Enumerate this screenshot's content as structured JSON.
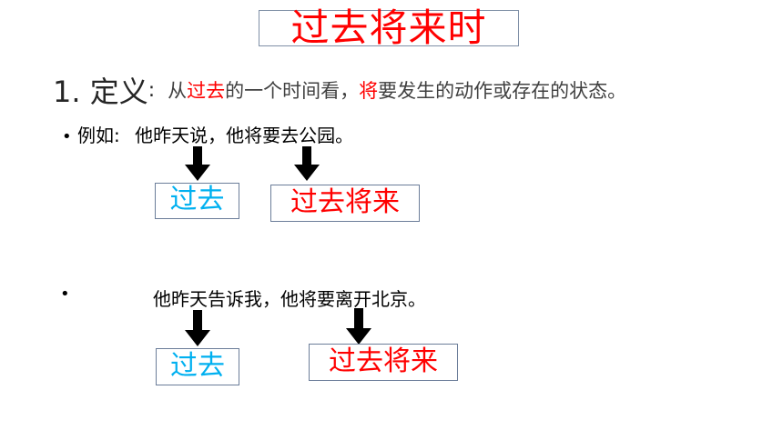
{
  "title": "过去将来时",
  "definition": {
    "label": "1. 定义",
    "colon": ":",
    "text_before": "从",
    "text_past": "过去",
    "text_mid": "的一个时间看，",
    "text_will": "将",
    "text_after": "要发生的动作或存在的状态。"
  },
  "example1": {
    "bullet": "•",
    "label": "例如:",
    "sentence": "他昨天说，他将要去公园。",
    "box_past": "过去",
    "box_future": "过去将来"
  },
  "example2": {
    "bullet": "•",
    "sentence": "他昨天告诉我，他将要离开北京。",
    "box_past": "过去",
    "box_future": "过去将来"
  },
  "colors": {
    "title_red": "#ff0000",
    "past_cyan": "#00b0f0",
    "future_red": "#ff0000",
    "arrow": "#000000"
  }
}
